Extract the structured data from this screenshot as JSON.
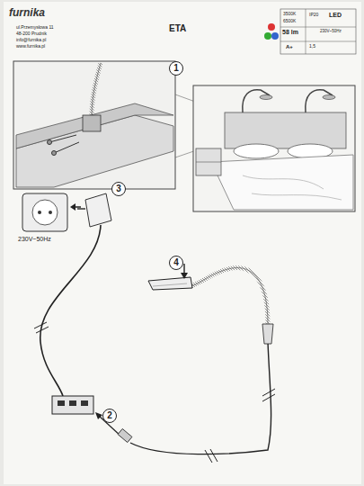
{
  "diagram": {
    "title": "ETA",
    "nodes": [
      {
        "text": [
          "1"
        ]
      },
      {
        "text": [
          "3"
        ]
      },
      {
        "text": [
          "4"
        ]
      },
      {
        "text": [
          "2"
        ]
      }
    ],
    "labels": [
      "furnika",
      "ul.Przemysłowa 11",
      "48-200 Prudnik",
      "info@furnika.pl",
      "www.furnika.pl",
      "3500K",
      "6500K",
      "58 lm",
      "A+",
      "IP20",
      "LED",
      "1,5",
      "230V~50Hz",
      "230V~50Hz"
    ]
  }
}
